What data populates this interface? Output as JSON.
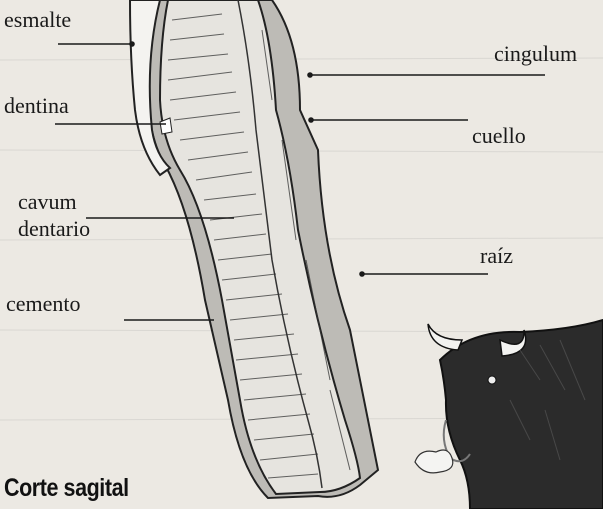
{
  "diagram": {
    "title": "Corte sagital",
    "labels": {
      "esmalte": "esmalte",
      "dentina": "dentina",
      "cavum_line1": "cavum",
      "cavum_line2": "dentario",
      "cemento": "cemento",
      "cingulum": "cingulum",
      "cuello": "cuello",
      "raiz": "raíz"
    },
    "colors": {
      "background": "#ece9e3",
      "ink": "#1a1a1a",
      "outer_layer": "#bdbbb6",
      "dentin": "#e6e4df",
      "bull": "#2b2b2b"
    }
  }
}
